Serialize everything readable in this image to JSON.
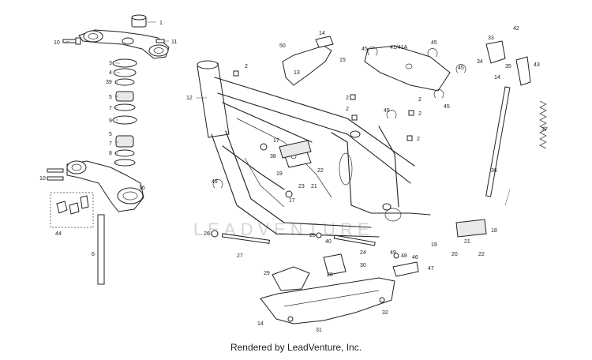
{
  "watermark": "LEADVENTURE",
  "footer": "Rendered by LeadVenture, Inc.",
  "callouts": [
    "1",
    "2",
    "3",
    "4",
    "5",
    "6",
    "7",
    "8",
    "9",
    "10",
    "11",
    "12",
    "13",
    "14",
    "15",
    "16",
    "17",
    "18",
    "19",
    "20",
    "21",
    "22",
    "23",
    "24",
    "25",
    "26",
    "27",
    "28",
    "29",
    "30",
    "31",
    "32",
    "33",
    "34",
    "35",
    "36",
    "37",
    "38",
    "39",
    "40",
    "41/41A",
    "42",
    "43",
    "44",
    "45",
    "46",
    "47",
    "48",
    "49",
    "50"
  ]
}
